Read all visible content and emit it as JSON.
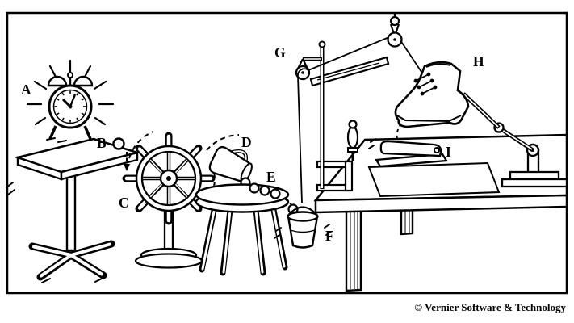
{
  "figure": {
    "copyright": "© Vernier Software & Technology"
  },
  "labels": {
    "a": "A",
    "b": "B",
    "c": "C",
    "d": "D",
    "e": "E",
    "f": "F",
    "g": "G",
    "h": "H",
    "i": "I"
  },
  "colors": {
    "ink": "#000000",
    "paper": "#ffffff"
  }
}
